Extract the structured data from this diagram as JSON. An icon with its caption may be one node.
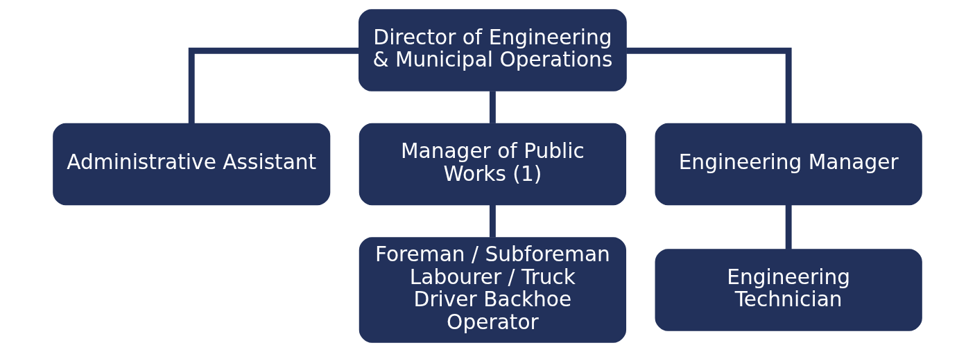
{
  "diagram": {
    "nodes": [
      {
        "text": [
          "Director of Engineering & Municipal Operations"
        ]
      },
      {
        "text": [
          "Administrative Assistant"
        ]
      },
      {
        "text": [
          "Manager of Public Works (1)"
        ]
      },
      {
        "text": [
          "Engineering Manager"
        ]
      },
      {
        "text": [
          "Foreman / Subforeman Labourer / Truck Driver Backhoe Operator"
        ]
      },
      {
        "text": [
          "Engineering Technician"
        ]
      }
    ],
    "edges": [
      {
        "from": 0,
        "to": 1,
        "arrow": "none"
      },
      {
        "from": 0,
        "to": 2,
        "arrow": "none"
      },
      {
        "from": 0,
        "to": 3,
        "arrow": "none"
      },
      {
        "from": 2,
        "to": 4,
        "arrow": "none"
      },
      {
        "from": 3,
        "to": 5,
        "arrow": "none"
      }
    ]
  }
}
